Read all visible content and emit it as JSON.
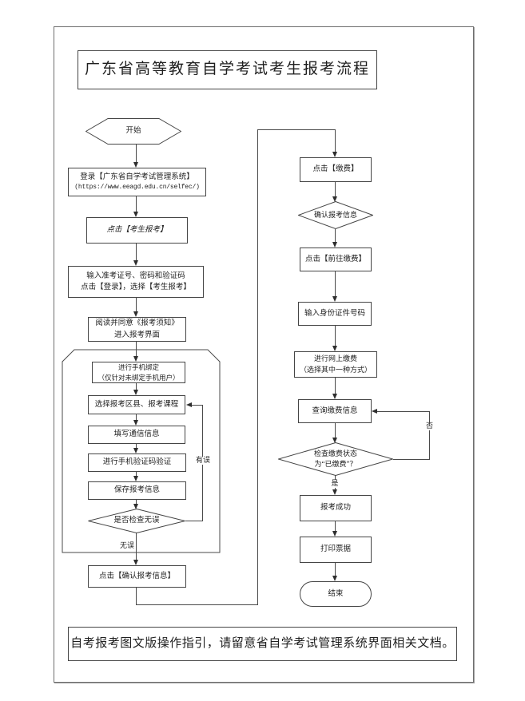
{
  "page": {
    "title": "广东省高等教育自学考试考生报考流程",
    "footer": "自考报考图文版操作指引，请留意省自学考试管理系统界面相关文档。"
  },
  "colors": {
    "ink": "#4a4a4a",
    "background": "#ffffff"
  },
  "nodes": {
    "start": "开始",
    "login": {
      "l1": "登录【广东省自学考试管理系统】",
      "l2": "(https://www.eeagd.edu.cn/selfec/)"
    },
    "click_register": "点击【考生报考】",
    "credentials": {
      "l1": "输入准考证号、密码和验证码",
      "l2": "点击【登录】，选择【考生报考】"
    },
    "notice": {
      "l1": "阅读并同意《报考须知》",
      "l2": "进入报考界面"
    },
    "bind_phone": {
      "l1": "进行手机绑定",
      "l2": "（仅针对未绑定手机用户）"
    },
    "select_courses": "选择报考区县、报考课程",
    "fill_contact": "填写通信信息",
    "verify_code": "进行手机验证码验证",
    "save_info": "保存报考信息",
    "check_correct": "是否检查无误",
    "confirm_info": "点击【确认报考信息】",
    "click_pay": "点击【缴费】",
    "confirm_reg": "确认报考信息",
    "goto_pay": "点击【前往缴费】",
    "enter_id": "输入身份证件号码",
    "online_pay": {
      "l1": "进行网上缴费",
      "l2": "（选择其中一种方式）"
    },
    "query_pay": "查询缴费信息",
    "check_paid": {
      "l1": "检查缴费状态",
      "l2": "为“已缴费”？"
    },
    "success": "报考成功",
    "print_receipt": "打印票据",
    "end": "结束"
  },
  "labels": {
    "has_error": "有误",
    "no_error": "无误",
    "yes": "是",
    "no": "否"
  }
}
